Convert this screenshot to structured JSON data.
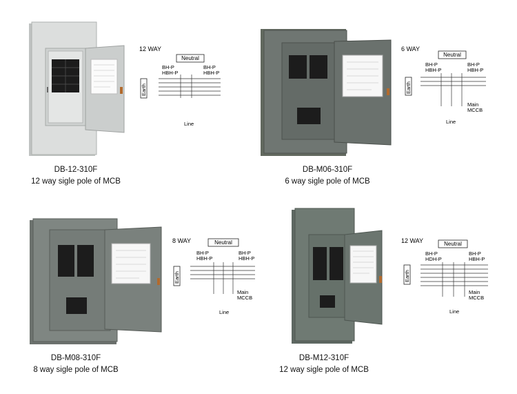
{
  "products": [
    {
      "model": "DB-12-310F",
      "description": "12 way sigle pole of MCB",
      "diagram": {
        "ways": "12 WAY",
        "neutral": "Neutral",
        "left_top": "BH-P",
        "left_bottom": "HBH-P",
        "right_top": "BH-P",
        "right_bottom": "HBH-P",
        "earth": "Earth",
        "line": "Line",
        "main": "",
        "main2": ""
      }
    },
    {
      "model": "DB-M06-310F",
      "description": "6 way sigle pole of MCB",
      "diagram": {
        "ways": "6  WAY",
        "neutral": "Neutral",
        "left_top": "BH-P",
        "left_bottom": "HBH-P",
        "right_top": "BH-P",
        "right_bottom": "HBH-P",
        "earth": "Earth",
        "line": "Line",
        "main": "Main",
        "main2": "MCCB"
      }
    },
    {
      "model": "DB-M08-310F",
      "description": "8 way sigle pole of MCB",
      "diagram": {
        "ways": "8 WAY",
        "neutral": "Neutral",
        "left_top": "BH-P",
        "left_bottom": "HBH-P",
        "right_top": "BH-P",
        "right_bottom": "HBH-P",
        "earth": "Earth",
        "line": "Line",
        "main": "Main",
        "main2": "MCCB"
      }
    },
    {
      "model": "DB-M12-310F",
      "description": "12 way  sigle pole of MCB",
      "diagram": {
        "ways": "12 WAY",
        "neutral": "Neutral",
        "left_top": "BH-P",
        "left_bottom": "HDH-P",
        "right_top": "BH-P",
        "right_bottom": "HBH-P",
        "earth": "Earth",
        "line": "Line",
        "main": "Main",
        "main2": "MCCB"
      }
    }
  ],
  "colors": {
    "light_panel": "#dcdedd",
    "dark_panel": "#6f7672",
    "breaker": "#1c1c1c"
  }
}
